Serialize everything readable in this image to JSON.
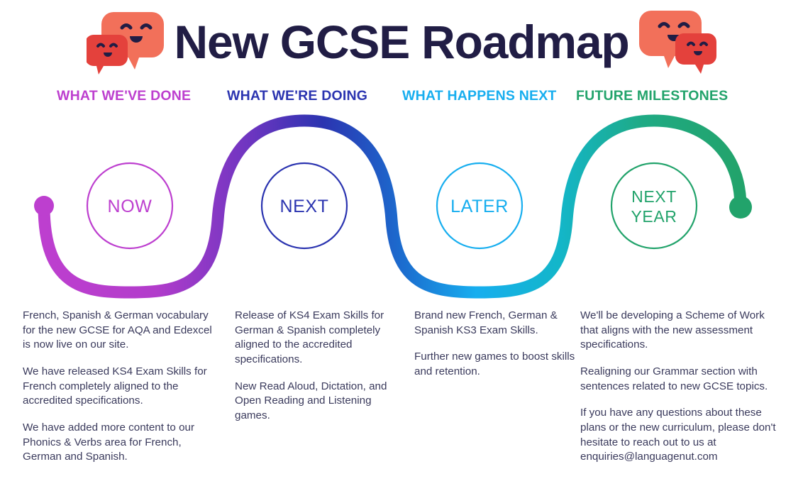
{
  "header": {
    "title": "New GCSE Roadmap",
    "logo_left": "speech-bubbles-logo",
    "logo_right": "speech-bubbles-logo"
  },
  "stages": [
    {
      "label": "WHAT WE'VE DONE",
      "marker": "NOW",
      "color": "#bd3fcf"
    },
    {
      "label": "WHAT WE'RE DOING",
      "marker": "NEXT",
      "color": "#2b34b0"
    },
    {
      "label": "WHAT HAPPENS NEXT",
      "marker": "LATER",
      "color": "#17aeef"
    },
    {
      "label": "FUTURE MILESTONES",
      "marker": "NEXT YEAR",
      "color": "#22a36b"
    }
  ],
  "markers": {
    "now": "NOW",
    "next": "NEXT",
    "later": "LATER",
    "next_year_line1": "NEXT",
    "next_year_line2": "YEAR"
  },
  "columns": [
    {
      "paragraphs": [
        "French, Spanish & German vocabulary for the new GCSE for AQA and Edexcel is now live on our site.",
        "We have released KS4 Exam Skills for French completely aligned to the accredited specifications.",
        "We have added more content to our Phonics & Verbs area for French, German and Spanish."
      ]
    },
    {
      "paragraphs": [
        "Release of KS4 Exam Skills for German & Spanish completely aligned to the accredited specifications.",
        "New Read Aloud, Dictation, and Open Reading and Listening games."
      ]
    },
    {
      "paragraphs": [
        "Brand new French, German & Spanish KS3 Exam Skills.",
        "Further new games to boost skills and retention."
      ]
    },
    {
      "paragraphs": [
        "We'll be developing a Scheme of Work that aligns with the new assessment specifications.",
        "Realigning our Grammar section with sentences related to new GCSE topics.",
        "If you have any questions about these plans or the new curriculum, please don't hesitate to reach out to us at enquiries@languagenut.com"
      ]
    }
  ],
  "colors": {
    "title": "#211d45",
    "body_text": "#3a3a5c",
    "stage_magenta": "#bd3fcf",
    "stage_navy": "#2b34b0",
    "stage_cyan": "#17aeef",
    "stage_green": "#22a36b",
    "bubble_light": "#f2705a",
    "bubble_dark": "#e4413c",
    "bubble_face": "#211d45",
    "background": "#ffffff"
  }
}
